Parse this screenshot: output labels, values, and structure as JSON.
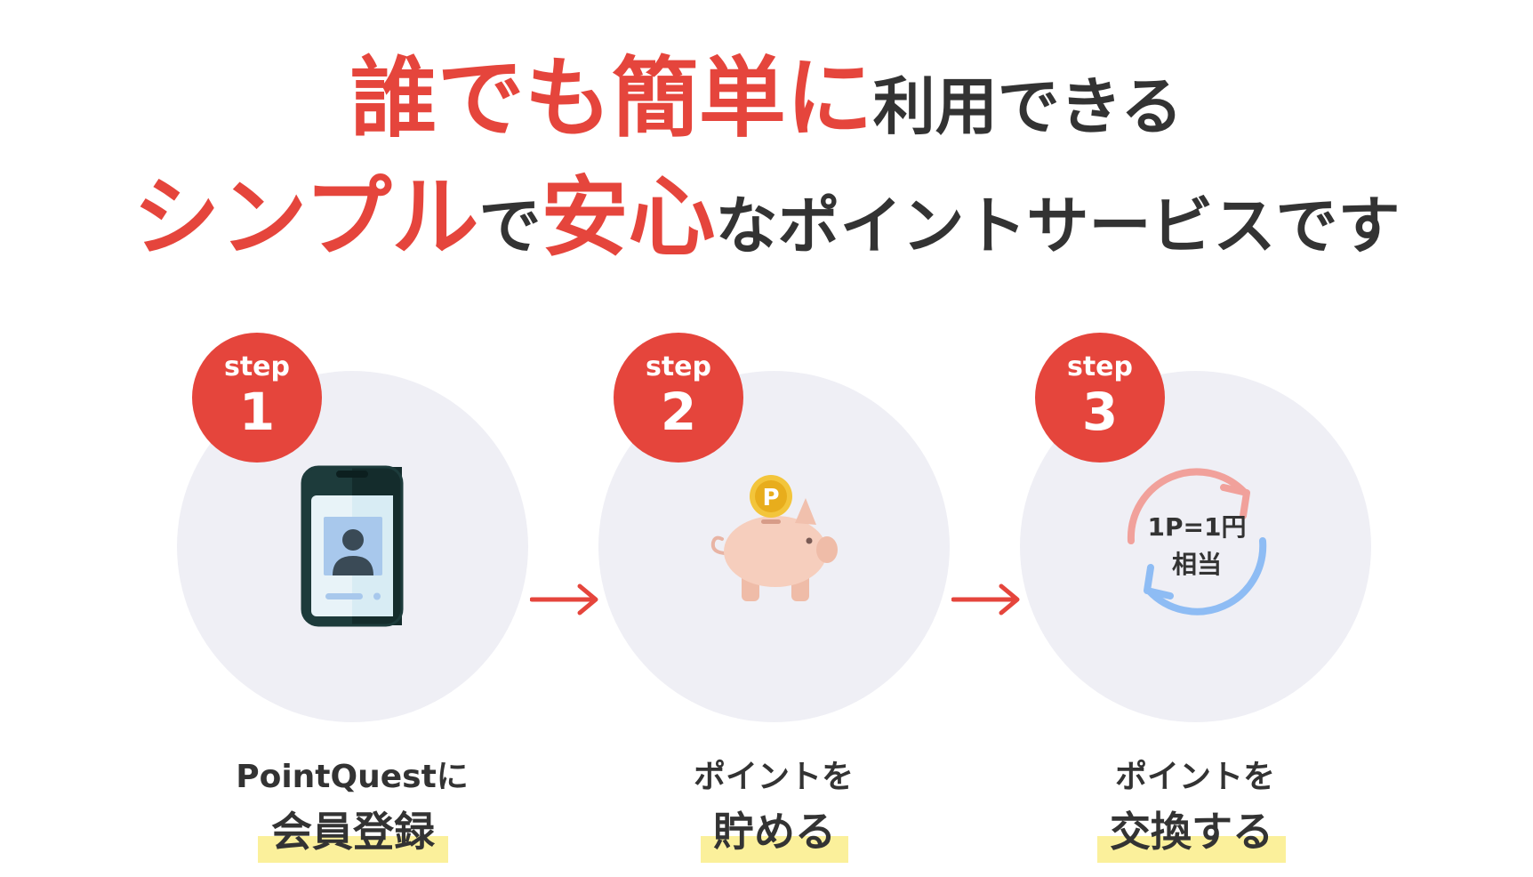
{
  "headline": {
    "line1": {
      "emphasis": "誰でも簡単に",
      "rest": "利用できる"
    },
    "line2": {
      "part1": "シンプル",
      "part2": "で",
      "part3": "安心",
      "part4": "なポイントサービスです"
    }
  },
  "colors": {
    "accent": "#e5453c",
    "text": "#333333",
    "circle_bg": "#efeff5",
    "highlight": "#fbf09b"
  },
  "steps": [
    {
      "step_word": "step",
      "number": "1",
      "icon": "smartphone-profile-icon",
      "caption_top": "PointQuestに",
      "caption_main": "会員登録"
    },
    {
      "step_word": "step",
      "number": "2",
      "icon": "piggy-bank-coin-icon",
      "coin_label": "P",
      "caption_top": "ポイントを",
      "caption_main": "貯める"
    },
    {
      "step_word": "step",
      "number": "3",
      "icon": "exchange-cycle-icon",
      "exchange_line1": "1P=1円",
      "exchange_line2": "相当",
      "caption_top": "ポイントを",
      "caption_main": "交換する"
    }
  ],
  "arrows": [
    "arrow-right-icon",
    "arrow-right-icon"
  ]
}
